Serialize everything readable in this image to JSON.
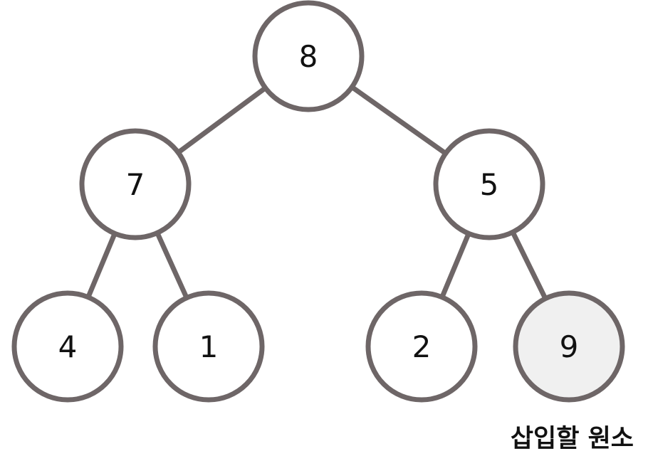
{
  "colors": {
    "stroke": "#6e6667",
    "node_fill": "#ffffff",
    "highlight_fill": "#f0f0f0",
    "text": "#111111"
  },
  "tree": {
    "nodes": [
      {
        "id": "n8",
        "label": "8"
      },
      {
        "id": "n7",
        "label": "7"
      },
      {
        "id": "n5",
        "label": "5"
      },
      {
        "id": "n4",
        "label": "4"
      },
      {
        "id": "n1",
        "label": "1"
      },
      {
        "id": "n2",
        "label": "2"
      },
      {
        "id": "n9",
        "label": "9",
        "highlighted": true
      }
    ],
    "edges": [
      {
        "from": "n8",
        "to": "n7"
      },
      {
        "from": "n8",
        "to": "n5"
      },
      {
        "from": "n7",
        "to": "n4"
      },
      {
        "from": "n7",
        "to": "n1"
      },
      {
        "from": "n5",
        "to": "n2"
      },
      {
        "from": "n5",
        "to": "n9"
      }
    ]
  },
  "caption": "삽입할 원소"
}
